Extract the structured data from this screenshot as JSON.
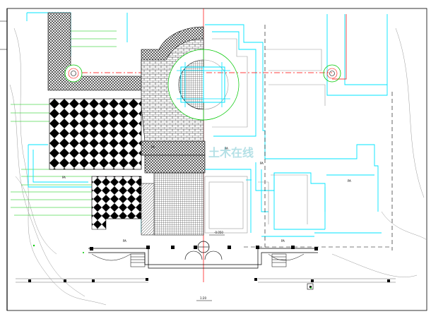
{
  "drawing": {
    "area_labels": [
      "PA",
      "PA",
      "PA",
      "PA",
      "PA",
      "PA",
      "PA"
    ],
    "elevation_mark": "-0.050",
    "scale_note": "1:20",
    "watermark": "土木在线",
    "colors": {
      "building": "#00e5ff",
      "axis": "#ff0000",
      "leader": "#00c800",
      "paving": "#000000",
      "grey_outline": "#9a9a9a"
    }
  }
}
